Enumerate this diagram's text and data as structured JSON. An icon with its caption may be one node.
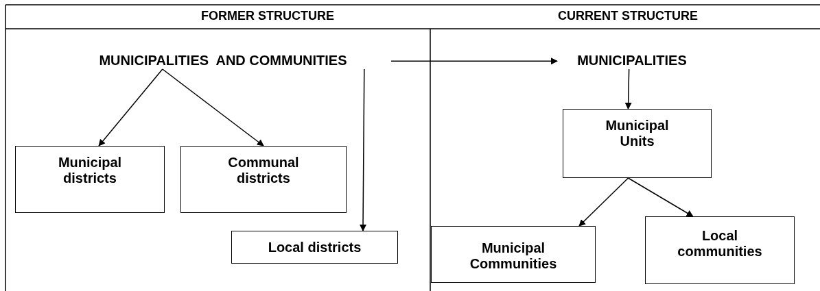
{
  "diagram": {
    "nodes": [
      {
        "text": [
          "MUNICIPALITIES  AND COMMUNITIES"
        ]
      },
      {
        "text": [
          "Municipal districts"
        ]
      },
      {
        "text": [
          "Communal districts"
        ]
      },
      {
        "text": [
          "Local districts"
        ]
      },
      {
        "text": [
          "MUNICIPALITIES"
        ]
      },
      {
        "text": [
          "Municipal Units"
        ]
      },
      {
        "text": [
          "Municipal Communities"
        ]
      },
      {
        "text": [
          "Local communities"
        ]
      }
    ],
    "edges": [
      {
        "from": 0,
        "to": 1,
        "arrow": "to"
      },
      {
        "from": 0,
        "to": 2,
        "arrow": "to"
      },
      {
        "from": 0,
        "to": 3,
        "arrow": "to"
      },
      {
        "from": 0,
        "to": 4,
        "arrow": "to"
      },
      {
        "from": 4,
        "to": 5,
        "arrow": "to"
      },
      {
        "from": 5,
        "to": 6,
        "arrow": "to"
      },
      {
        "from": 5,
        "to": 7,
        "arrow": "to"
      }
    ],
    "labels": [
      "FORMER STRUCTURE",
      "CURRENT STRUCTURE"
    ]
  }
}
